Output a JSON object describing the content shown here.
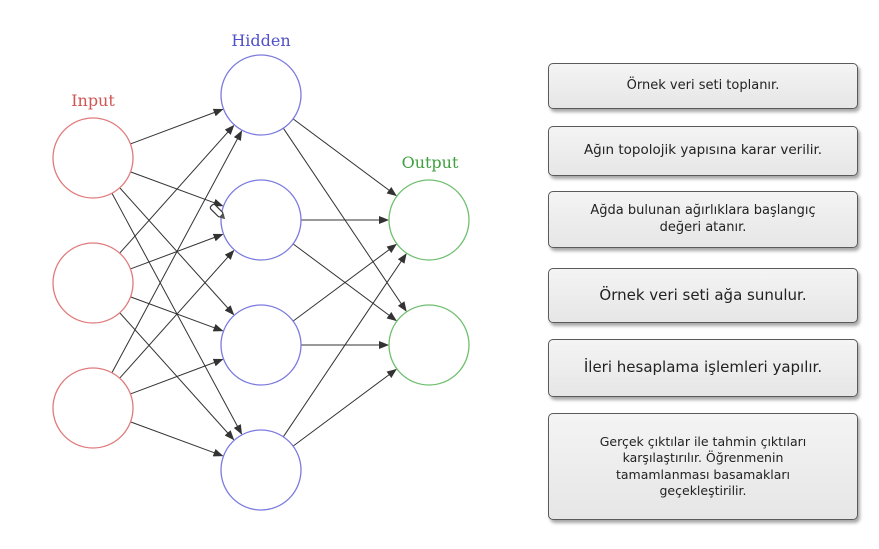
{
  "diagram": {
    "labels": {
      "input": "Input",
      "hidden": "Hidden",
      "output": "Output"
    },
    "colors": {
      "input": "#e07b7b",
      "hidden": "#7b7be0",
      "output": "#6fbf6f",
      "arrow": "#333333"
    },
    "layers": {
      "input_nodes": 3,
      "hidden_nodes": 4,
      "output_nodes": 2
    }
  },
  "steps": [
    "Örnek veri seti toplanır.",
    "Ağın topolojik yapısına karar verilir.",
    "Ağda bulunan ağırlıklara başlangıç değeri atanır.",
    "Örnek veri seti ağa sunulur.",
    "İleri hesaplama işlemleri yapılır.",
    "Gerçek çıktılar ile tahmin çıktıları karşılaştırılır. Öğrenmenin tamamlanması basamakları geçekleştirilir."
  ]
}
